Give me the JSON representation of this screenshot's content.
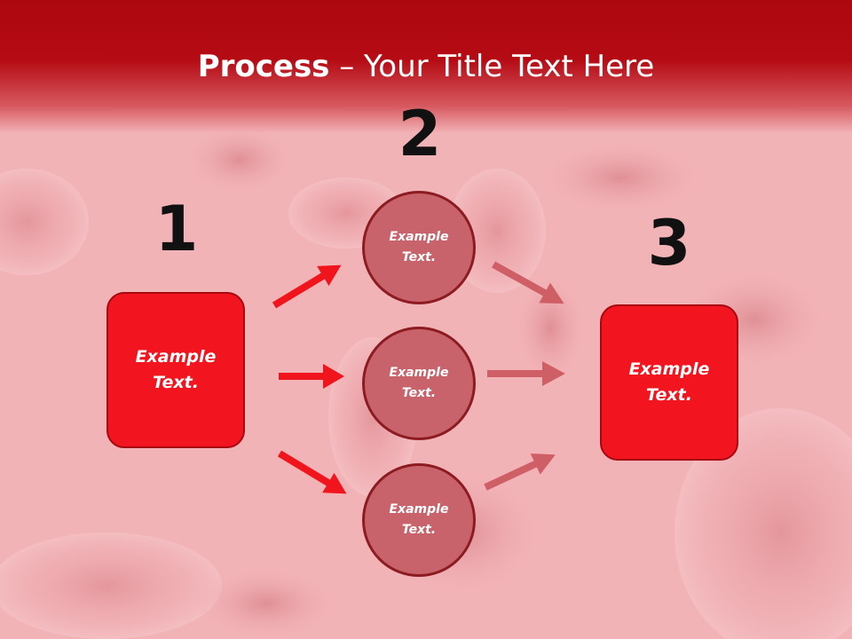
{
  "title": {
    "bold": "Process",
    "rest": " – Your Title Text Here"
  },
  "steps": {
    "one": "1",
    "two": "2",
    "three": "3"
  },
  "left_box": {
    "line1": "Example",
    "line2": "Text."
  },
  "right_box": {
    "line1": "Example",
    "line2": "Text."
  },
  "circles": [
    {
      "line1": "Example",
      "line2": "Text."
    },
    {
      "line1": "Example",
      "line2": "Text."
    },
    {
      "line1": "Example",
      "line2": "Text."
    }
  ],
  "colors": {
    "header": "#b50b14",
    "background": "#f2b3b7",
    "box_fill": "#f2141e",
    "circle_fill": "#c9636b",
    "arrow_in": "#f0141c",
    "arrow_out": "#cf5f66",
    "number_text": "#111111"
  }
}
